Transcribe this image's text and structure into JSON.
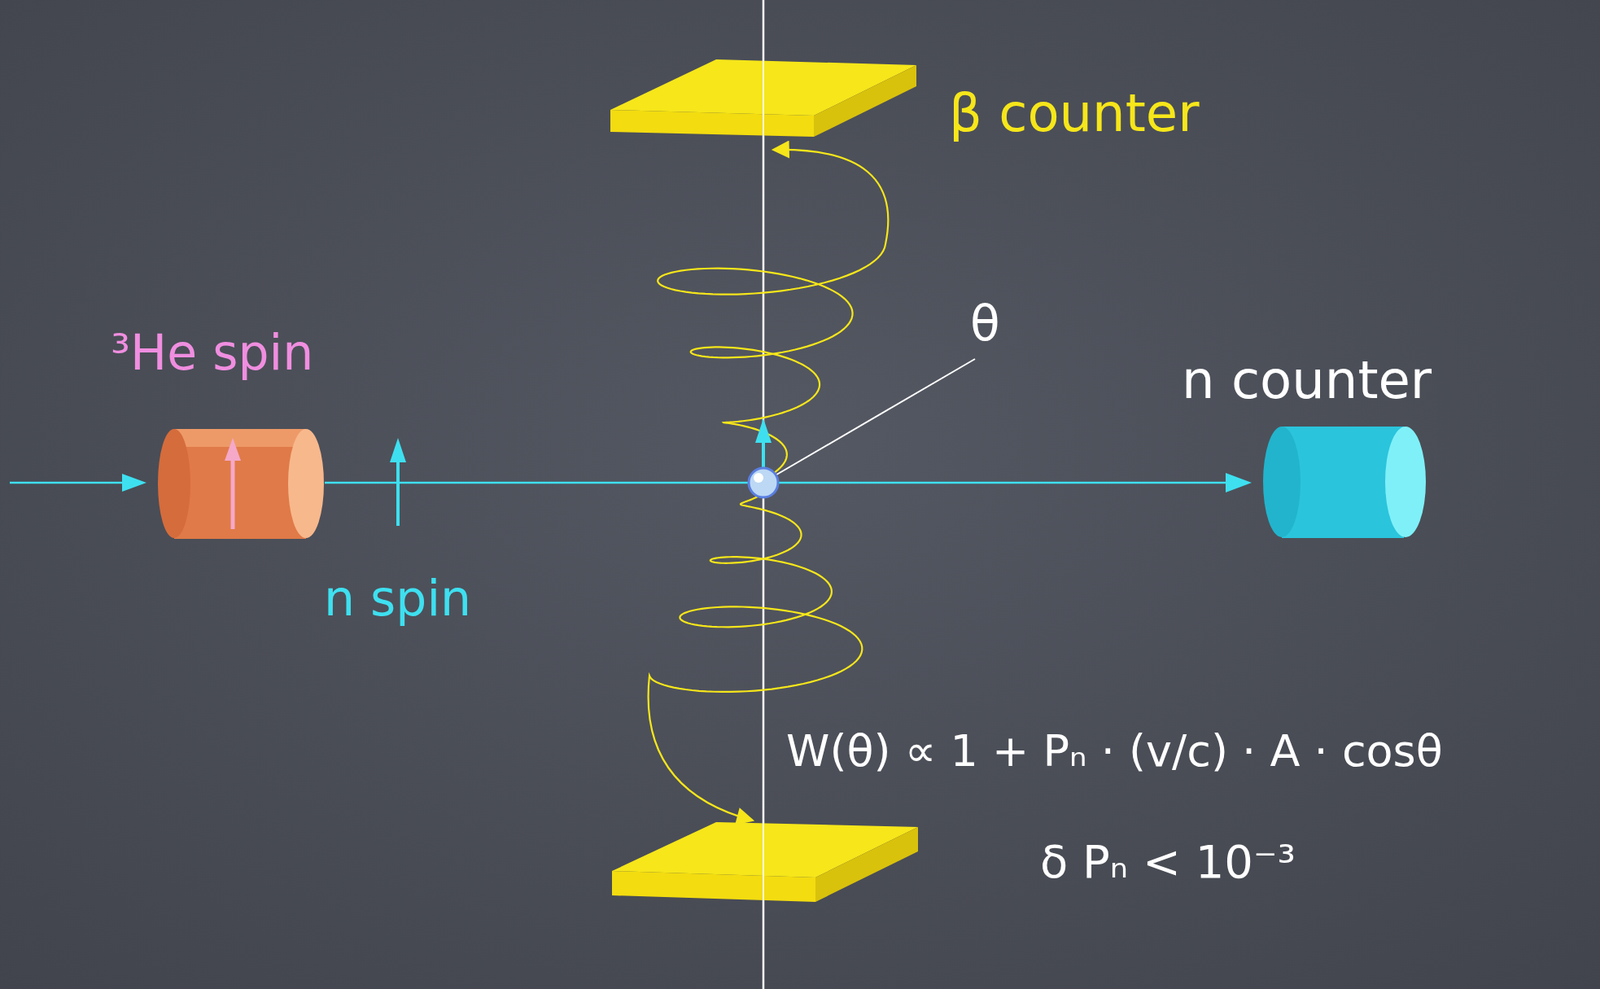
{
  "diagram": {
    "labels": [
      "β counter",
      "θ",
      "³He spin",
      "n counter",
      "n spin",
      "W(θ) ∝ 1 + Pₙ · (v/c) · A · cosθ",
      "δ Pₙ < 10⁻³"
    ]
  }
}
